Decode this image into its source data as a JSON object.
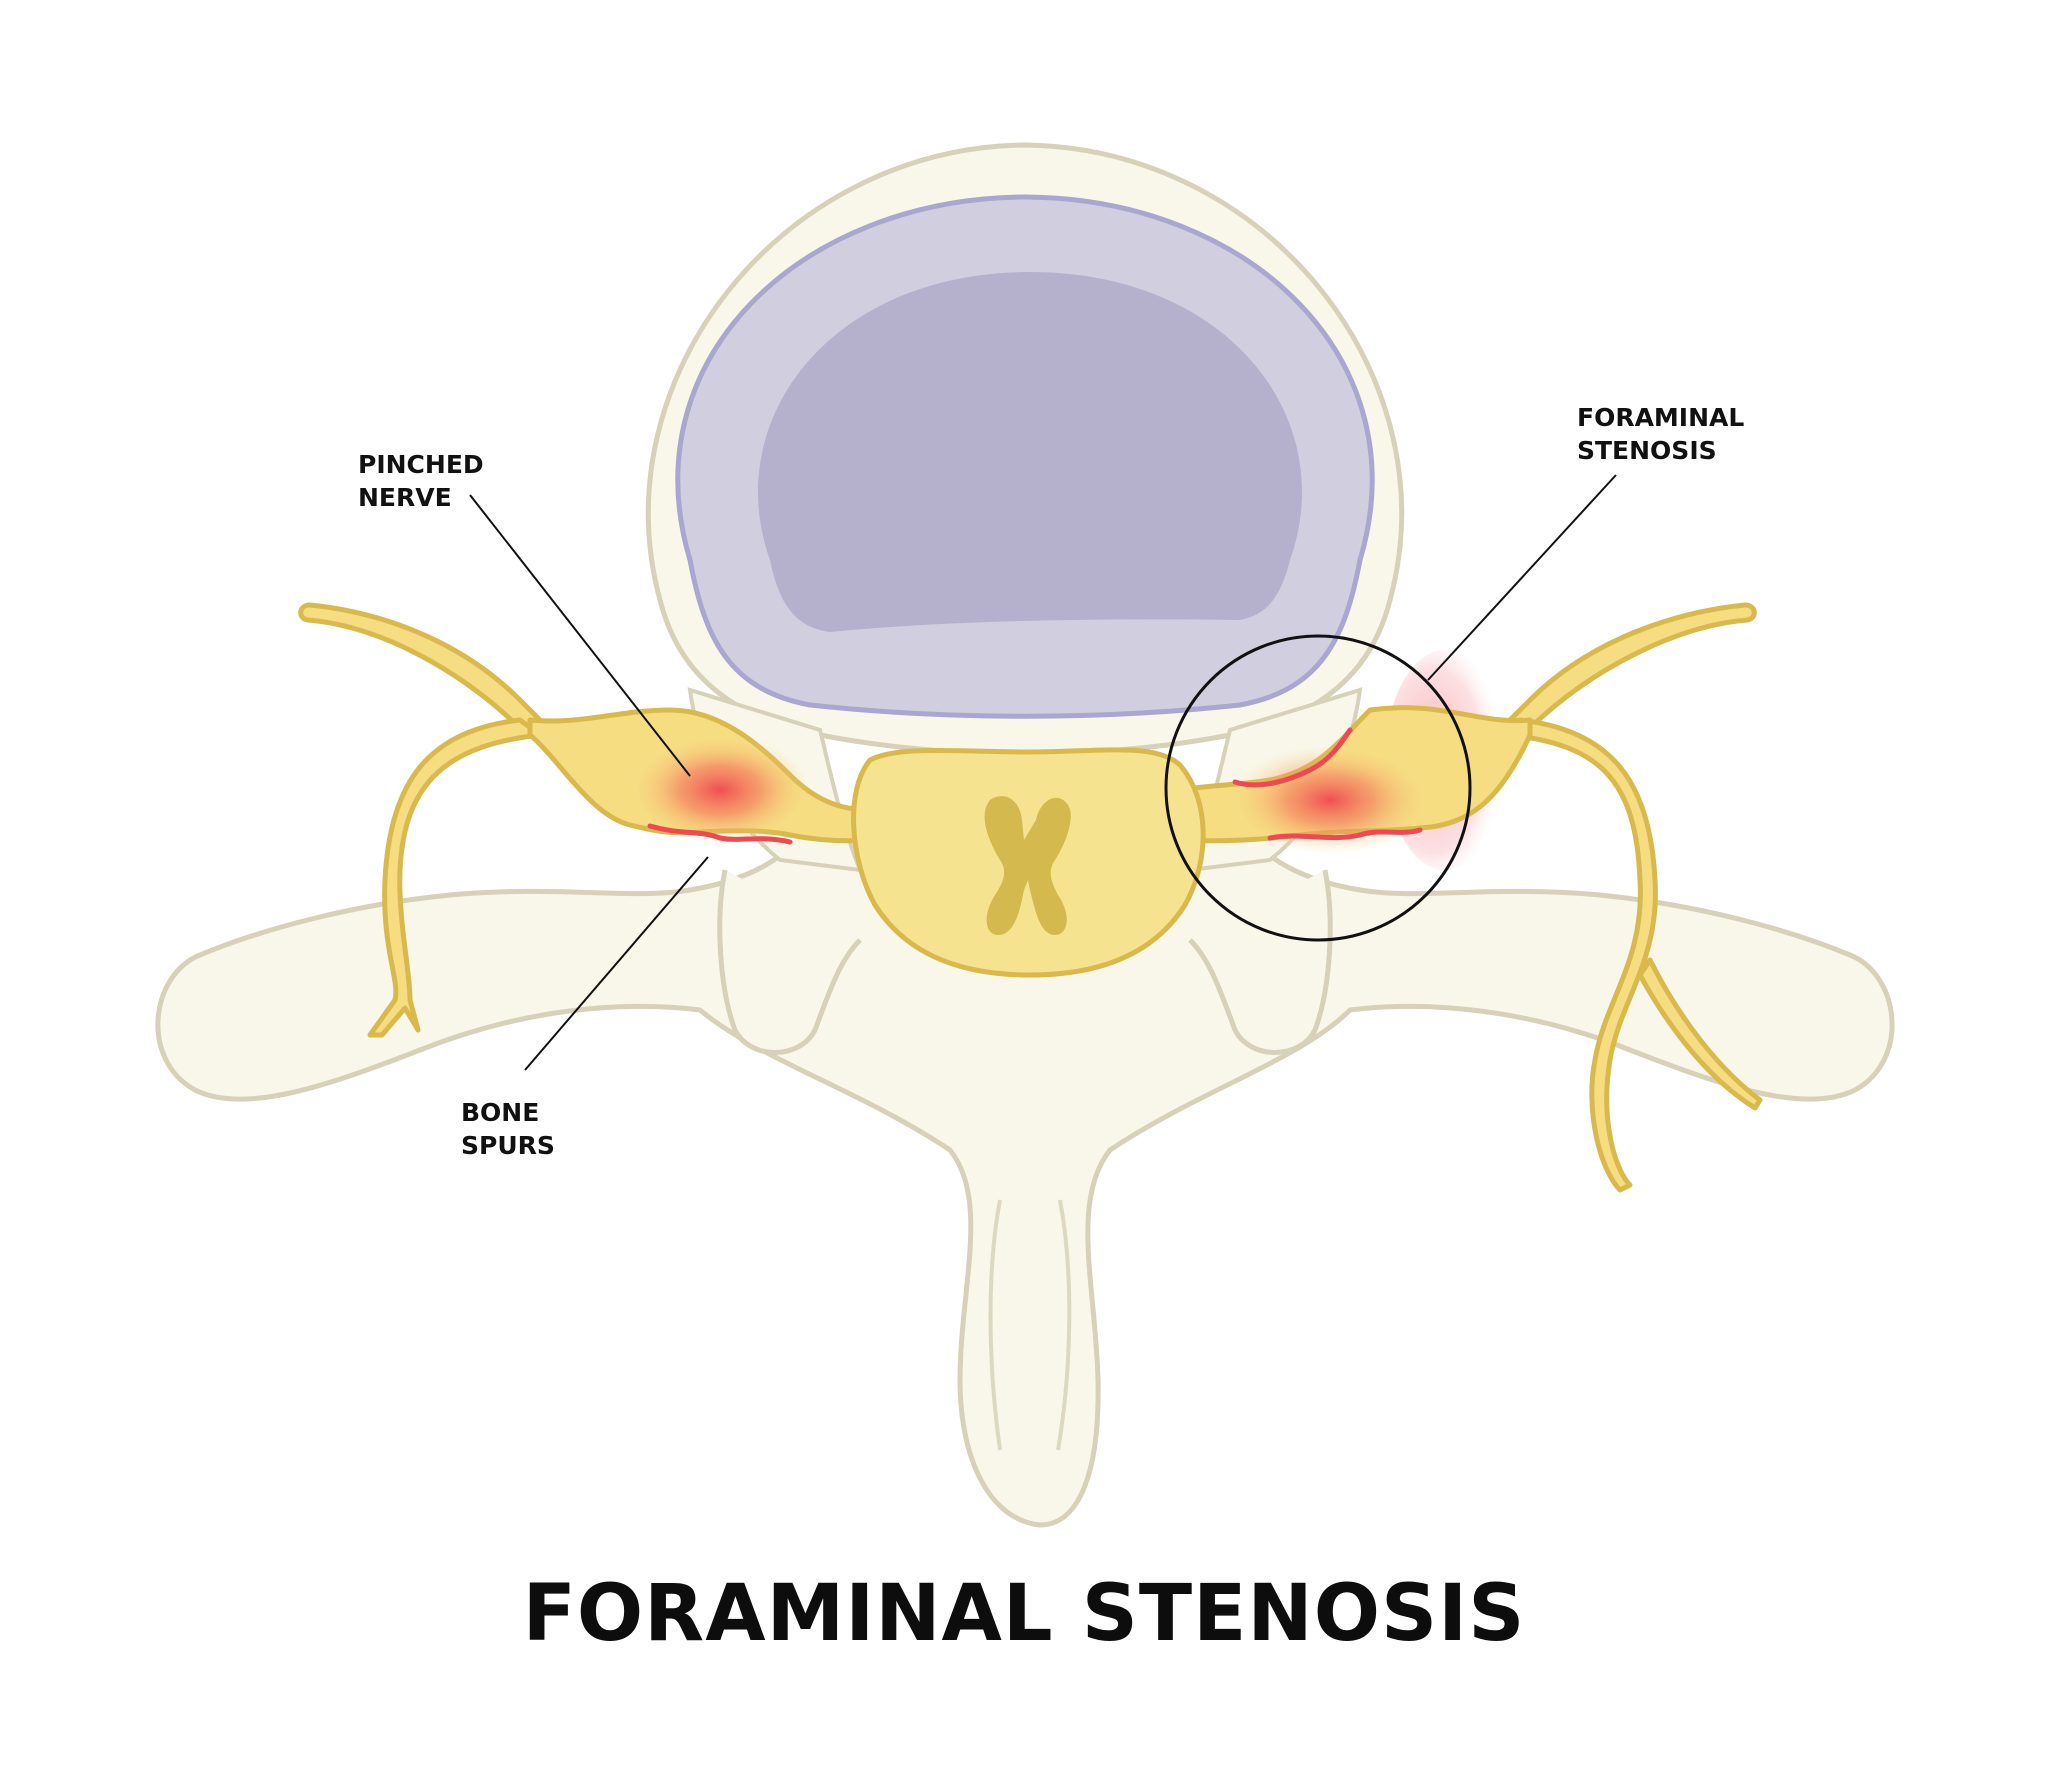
{
  "title": "FORAMINAL STENOSIS",
  "labels": {
    "pinched_nerve": [
      "PINCHED",
      "NERVE"
    ],
    "foraminal_stenosis": [
      "FORAMINAL",
      "STENOSIS"
    ],
    "bone_spurs": [
      "BONE",
      "SPURS"
    ]
  },
  "colors": {
    "bone_fill": "#f8f7ea",
    "bone_outline": "#d6d1b8",
    "disc_outer": "#d0cedf",
    "disc_inner": "#b5b1cd",
    "disc_outline": "#a9a6cf",
    "nerve_fill": "#f6dd82",
    "nerve_outline": "#d9b94c",
    "spinal_cord_fill": "#f6e38f",
    "gray_matter": "#d4ba4e",
    "inflammation": "#f0474f",
    "pointer_line": "#111111"
  }
}
